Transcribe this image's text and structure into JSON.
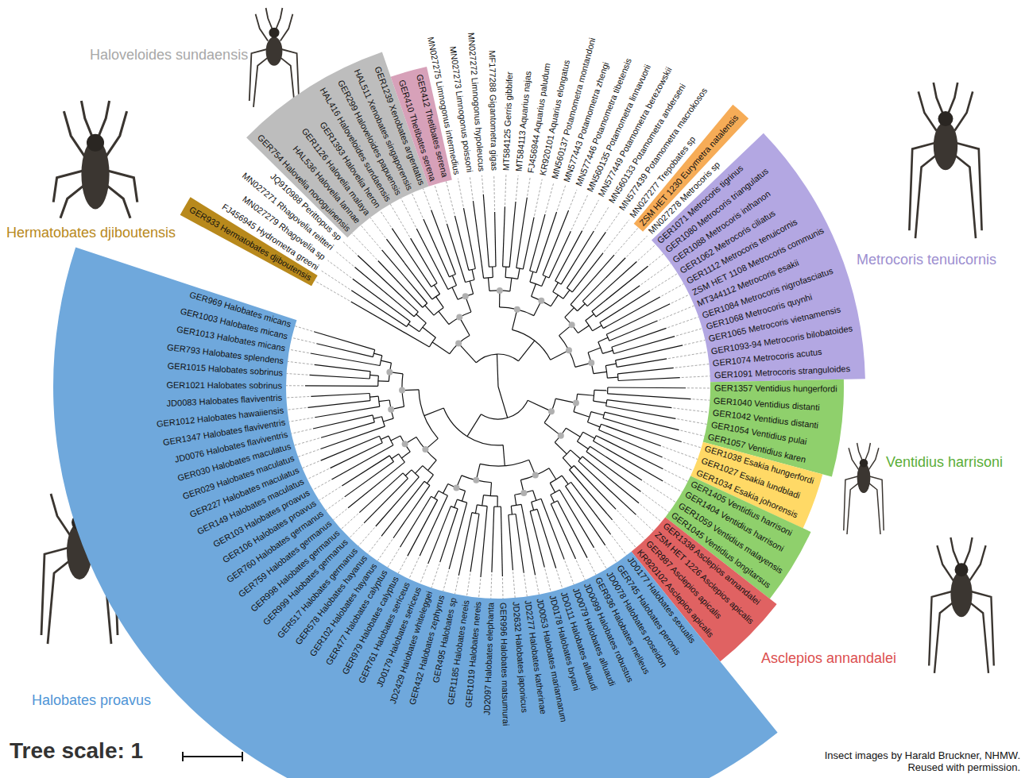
{
  "diagram": {
    "nodes": [
      {
        "text": [
          "Hermatobates djiboutensis",
          "GER933 Hermatobates djiboutensis"
        ]
      },
      {
        "text": [
          "Haloveloides sundaensis",
          "GER754 Halovelia novoguinensis",
          "HAL536 Halovelia lannae",
          "GER1126 Halovelia malaya",
          "GER1393 Halovelia heron",
          "HAL416 Haloveloides sundaensis",
          "GER299 Haloveloides papuensis",
          "HAL511 Xenobates singaporensis",
          "GER1239 Xenobates argentatus"
        ]
      },
      {
        "text": [
          "GER410 Thetibates serena",
          "GER412 Thetibates serena"
        ]
      },
      {
        "text": [
          "ZSM HET 1230 Eurymetra natalensis"
        ]
      },
      {
        "text": [
          "Metrocoris tenuicornis",
          "GER1071 Metrocoris tigrinus",
          "GER1080 Metrocoris triangulatus",
          "GER1088 Metrocoris inthanon",
          "GER1062 Metrocoris ciliatus",
          "GER1112 Metrocoris tenuicornis",
          "ZSM HET 1108 Metrocoris communis",
          "MT344112 Metrocoris esakii",
          "GER1084 Metrocoris nigrofasciatus",
          "GER1068 Metrocoris quynhi",
          "GER1065 Metrocoris vietnamensis",
          "GER1093-94 Metrocoris bilobatoides",
          "GER1074 Metrocoris acutus",
          "GER1091 Metrocoris stranguloides"
        ]
      },
      {
        "text": [
          "Ventidius harrisoni",
          "GER1357 Ventidius hungerfordi",
          "GER1040 Ventidius distanti",
          "GER1042 Ventidius distanti",
          "GER1054 Ventidius pulai",
          "GER1057 Ventidius karen"
        ]
      },
      {
        "text": [
          "GER1038 Esakia hungerfordi",
          "GER1027 Esakia lundbladi",
          "GER1034 Esakia johorensis"
        ]
      },
      {
        "text": [
          "GER1405 Ventidius harrisoni",
          "GER1404 Ventidius harrisoni",
          "GER1059 Ventidius malayensis",
          "GER1045 Ventidius longitarsus"
        ]
      },
      {
        "text": [
          "Asclepios annandalei",
          "GER1338 Asclepios annandalei",
          "ZSM HET 1226 Asclepios apicalis",
          "GER987 Asclepios apicalis",
          "KR920102 Asclepios apicalis"
        ]
      },
      {
        "text": [
          "Halobates proavus",
          "JD0177 Halobates sexualis",
          "GER745 Halobates peronis",
          "JD0078 Halobates poseidon",
          "GER936 Halobates melleus",
          "JD0099 Halobates robustus",
          "JD0079 Halobates alluaudi",
          "JD0111 Halobates alluaudi",
          "JD0178 Halobates bryani",
          "JD0053 Halobates mariannarum",
          "JD2277 Halobates katherinae",
          "JD2632 Halobates japonicus",
          "GER996 Halobates matsumurai",
          "JD2097 Halobates elephanta",
          "GER1019 Halobates nereis",
          "GER1185 Halobates nereis",
          "GER495 Halobates sp",
          "GER432 Halobates zephyrus",
          "JD2429 Halobates whiteleggei",
          "JD0179 Halobates sericeus",
          "GER761 Halobates sericeus",
          "GER979 Halobates calyptus",
          "GER477 Halobates calyptus",
          "GER102 Halobates hayanus",
          "GER578 Halobates hayanus",
          "GER517 Halobates germanus",
          "GER999 Halobates germanus",
          "GER998 Halobates germanus",
          "GER759 Halobates germanus",
          "GER760 Halobates germanus",
          "GER106 Halobates proavus",
          "GER103 Halobates proavus",
          "GER149 Halobates maculatus",
          "GER227 Halobates maculatus",
          "GER029 Halobates maculatus",
          "GER030 Halobates maculatus",
          "JD0076 Halobates flaviventris",
          "GER1347 Halobates flaviventris",
          "GER1012 Halobates hawaiiensis",
          "JD0083 Halobates flaviventris",
          "GER1021 Halobates sobrinus",
          "GER1015 Halobates sobrinus",
          "GER793 Halobates splendens",
          "GER1013 Halobates micans",
          "GER1003 Halobates micans",
          "GER969 Halobates micans"
        ]
      }
    ],
    "labels": [
      "FJ456945 Hydrometra greeni",
      "MN027279 Rhagovelia sp",
      "MN027271 Rhagovelia reitteri",
      "JQ910988 Perittopus sp",
      "MN027275 Limnogonus intermedius",
      "MN027273 Limnogonus poissoni",
      "MN027272 Limnogonus hypoleucus",
      "MF177288 Gigantometra gigas",
      "MT584125 Gerris gibbifer",
      "MT584113 Aquarius najas",
      "FJ456944 Aquarius paludum",
      "KR920101 Aquarius elongatus",
      "MN560137 Potamometra montandoni",
      "MN577443 Potamometra zhengi",
      "MN577446 Potamometra tibetensis",
      "MN560135 Potamometra linnavuorii",
      "MN577449 Potamometra berezowskii",
      "MN560133 Potamometra anderseni",
      "MN577439 Potamometra macrokosos",
      "MN027277 Trepobates sp",
      "MN027278 Metrocoris sp",
      "Tree scale: 1",
      "Insect images by Harald Bruckner, NHMW. Reused with permission."
    ]
  }
}
